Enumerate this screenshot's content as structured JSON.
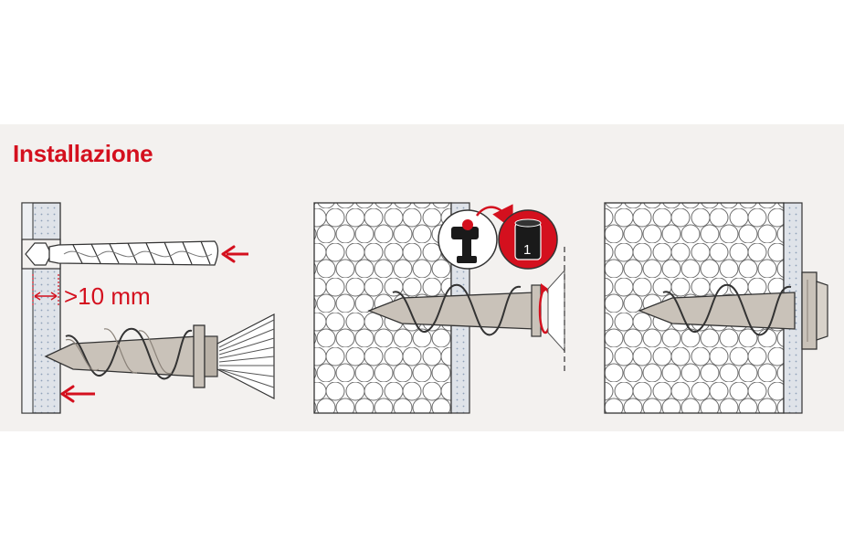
{
  "title": "Installazione",
  "steps": [
    {
      "panel": "step-1-drill",
      "dimension_label": ">10 mm",
      "arrows": [
        "push-in-arrow-top",
        "push-in-arrow-bottom"
      ]
    },
    {
      "panel": "step-2-screw-in",
      "tool_icon": "cordless-drill-icon",
      "setting_icon": "torque-setting-icon",
      "setting_value": "1"
    },
    {
      "panel": "step-3-finished",
      "result": "plug-fixed-icon"
    }
  ],
  "colors": {
    "accent": "#d4101e",
    "band": "#f3f1ef",
    "insulation": "#dfe3e9",
    "plug": "#c9c2b9",
    "outline": "#333333"
  }
}
